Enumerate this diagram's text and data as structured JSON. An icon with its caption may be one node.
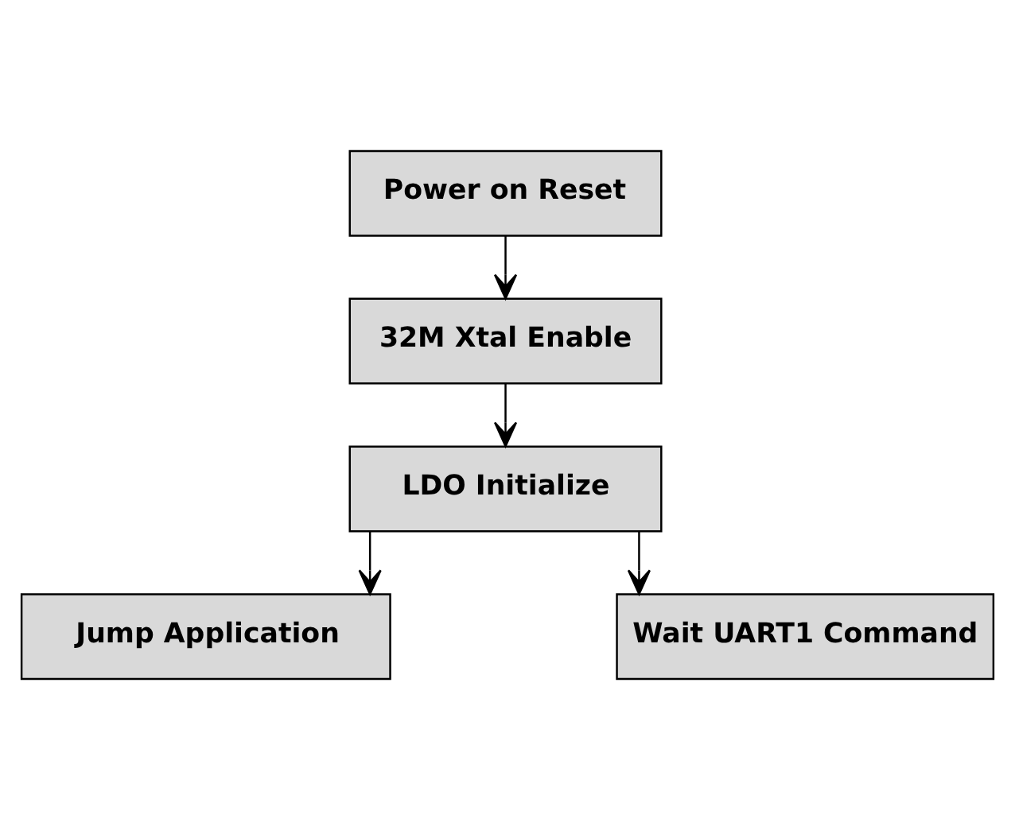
{
  "diagram": {
    "nodes": [
      {
        "text": [
          "Power on Reset"
        ]
      },
      {
        "text": [
          "32M Xtal Enable"
        ]
      },
      {
        "text": [
          "LDO Initialize"
        ]
      },
      {
        "text": [
          "Jump Application"
        ]
      },
      {
        "text": [
          "Wait UART1 Command"
        ]
      }
    ],
    "edges": [
      {
        "from": 0,
        "to": 1,
        "arrow": "to"
      },
      {
        "from": 1,
        "to": 2,
        "arrow": "to"
      },
      {
        "from": 2,
        "to": 3,
        "arrow": "to"
      },
      {
        "from": 2,
        "to": 4,
        "arrow": "to"
      }
    ]
  }
}
